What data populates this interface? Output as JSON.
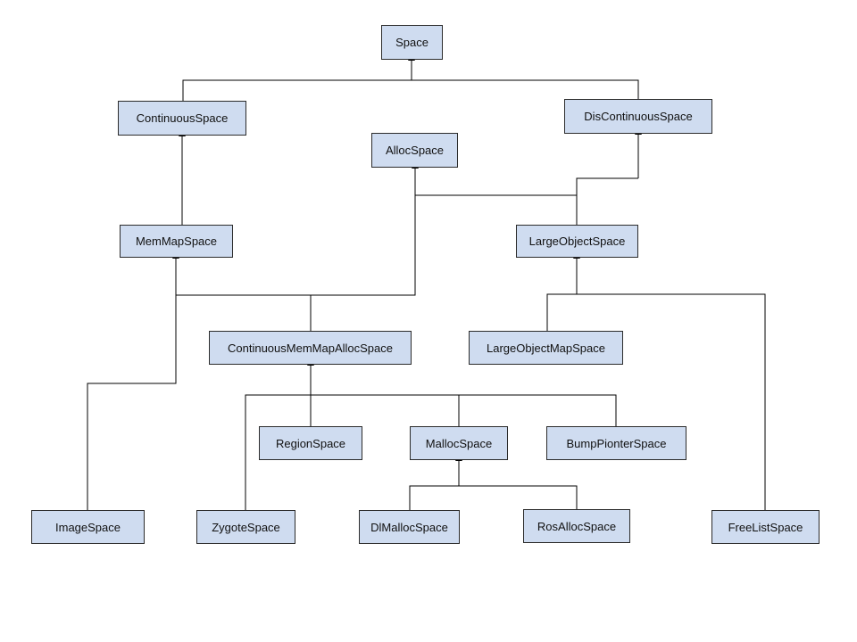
{
  "colors": {
    "node_fill": "#cfdcf0",
    "node_border": "#2b2b2b",
    "edge": "#000000"
  },
  "nodes": {
    "space": "Space",
    "continuous_space": "ContinuousSpace",
    "discontinuous_space": "DisContinuousSpace",
    "alloc_space": "AllocSpace",
    "mem_map_space": "MemMapSpace",
    "large_object_space": "LargeObjectSpace",
    "continuous_mem_map_alloc_space": "ContinuousMemMapAllocSpace",
    "large_object_map_space": "LargeObjectMapSpace",
    "region_space": "RegionSpace",
    "malloc_space": "MallocSpace",
    "bump_pointer_space": "BumpPionterSpace",
    "image_space": "ImageSpace",
    "zygote_space": "ZygoteSpace",
    "dl_malloc_space": "DlMallocSpace",
    "ros_alloc_space": "RosAllocSpace",
    "free_list_space": "FreeListSpace"
  }
}
